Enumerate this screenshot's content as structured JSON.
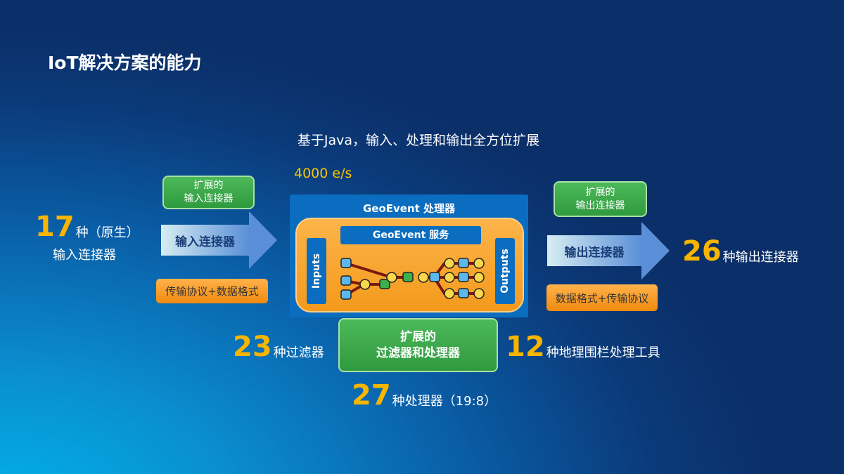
{
  "title": "IoT解决方案的能力",
  "subtitle": "基于Java，输入、处理和输出全方位扩展",
  "rate": "4000 e/s",
  "left": {
    "count": "17",
    "count_suffix": "种（原生）",
    "label": "输入连接器",
    "ext_line1": "扩展的",
    "ext_line2": "输入连接器",
    "arrow_label": "输入连接器",
    "protocol": "传输协议+数据格式"
  },
  "right": {
    "count": "26",
    "label": "种输出连接器",
    "ext_line1": "扩展的",
    "ext_line2": "输出连接器",
    "arrow_label": "输出连接器",
    "protocol": "数据格式+传输协议"
  },
  "processor": {
    "title": "GeoEvent 处理器",
    "service": "GeoEvent 服务",
    "inputs": "Inputs",
    "outputs": "Outputs"
  },
  "bottom": {
    "ext_line1": "扩展的",
    "ext_line2": "过滤器和处理器",
    "filters_count": "23",
    "filters_label": "种过滤器",
    "geofence_count": "12",
    "geofence_label": "种地理围栏处理工具",
    "processors_count": "27",
    "processors_label": "种处理器（19:8）"
  }
}
